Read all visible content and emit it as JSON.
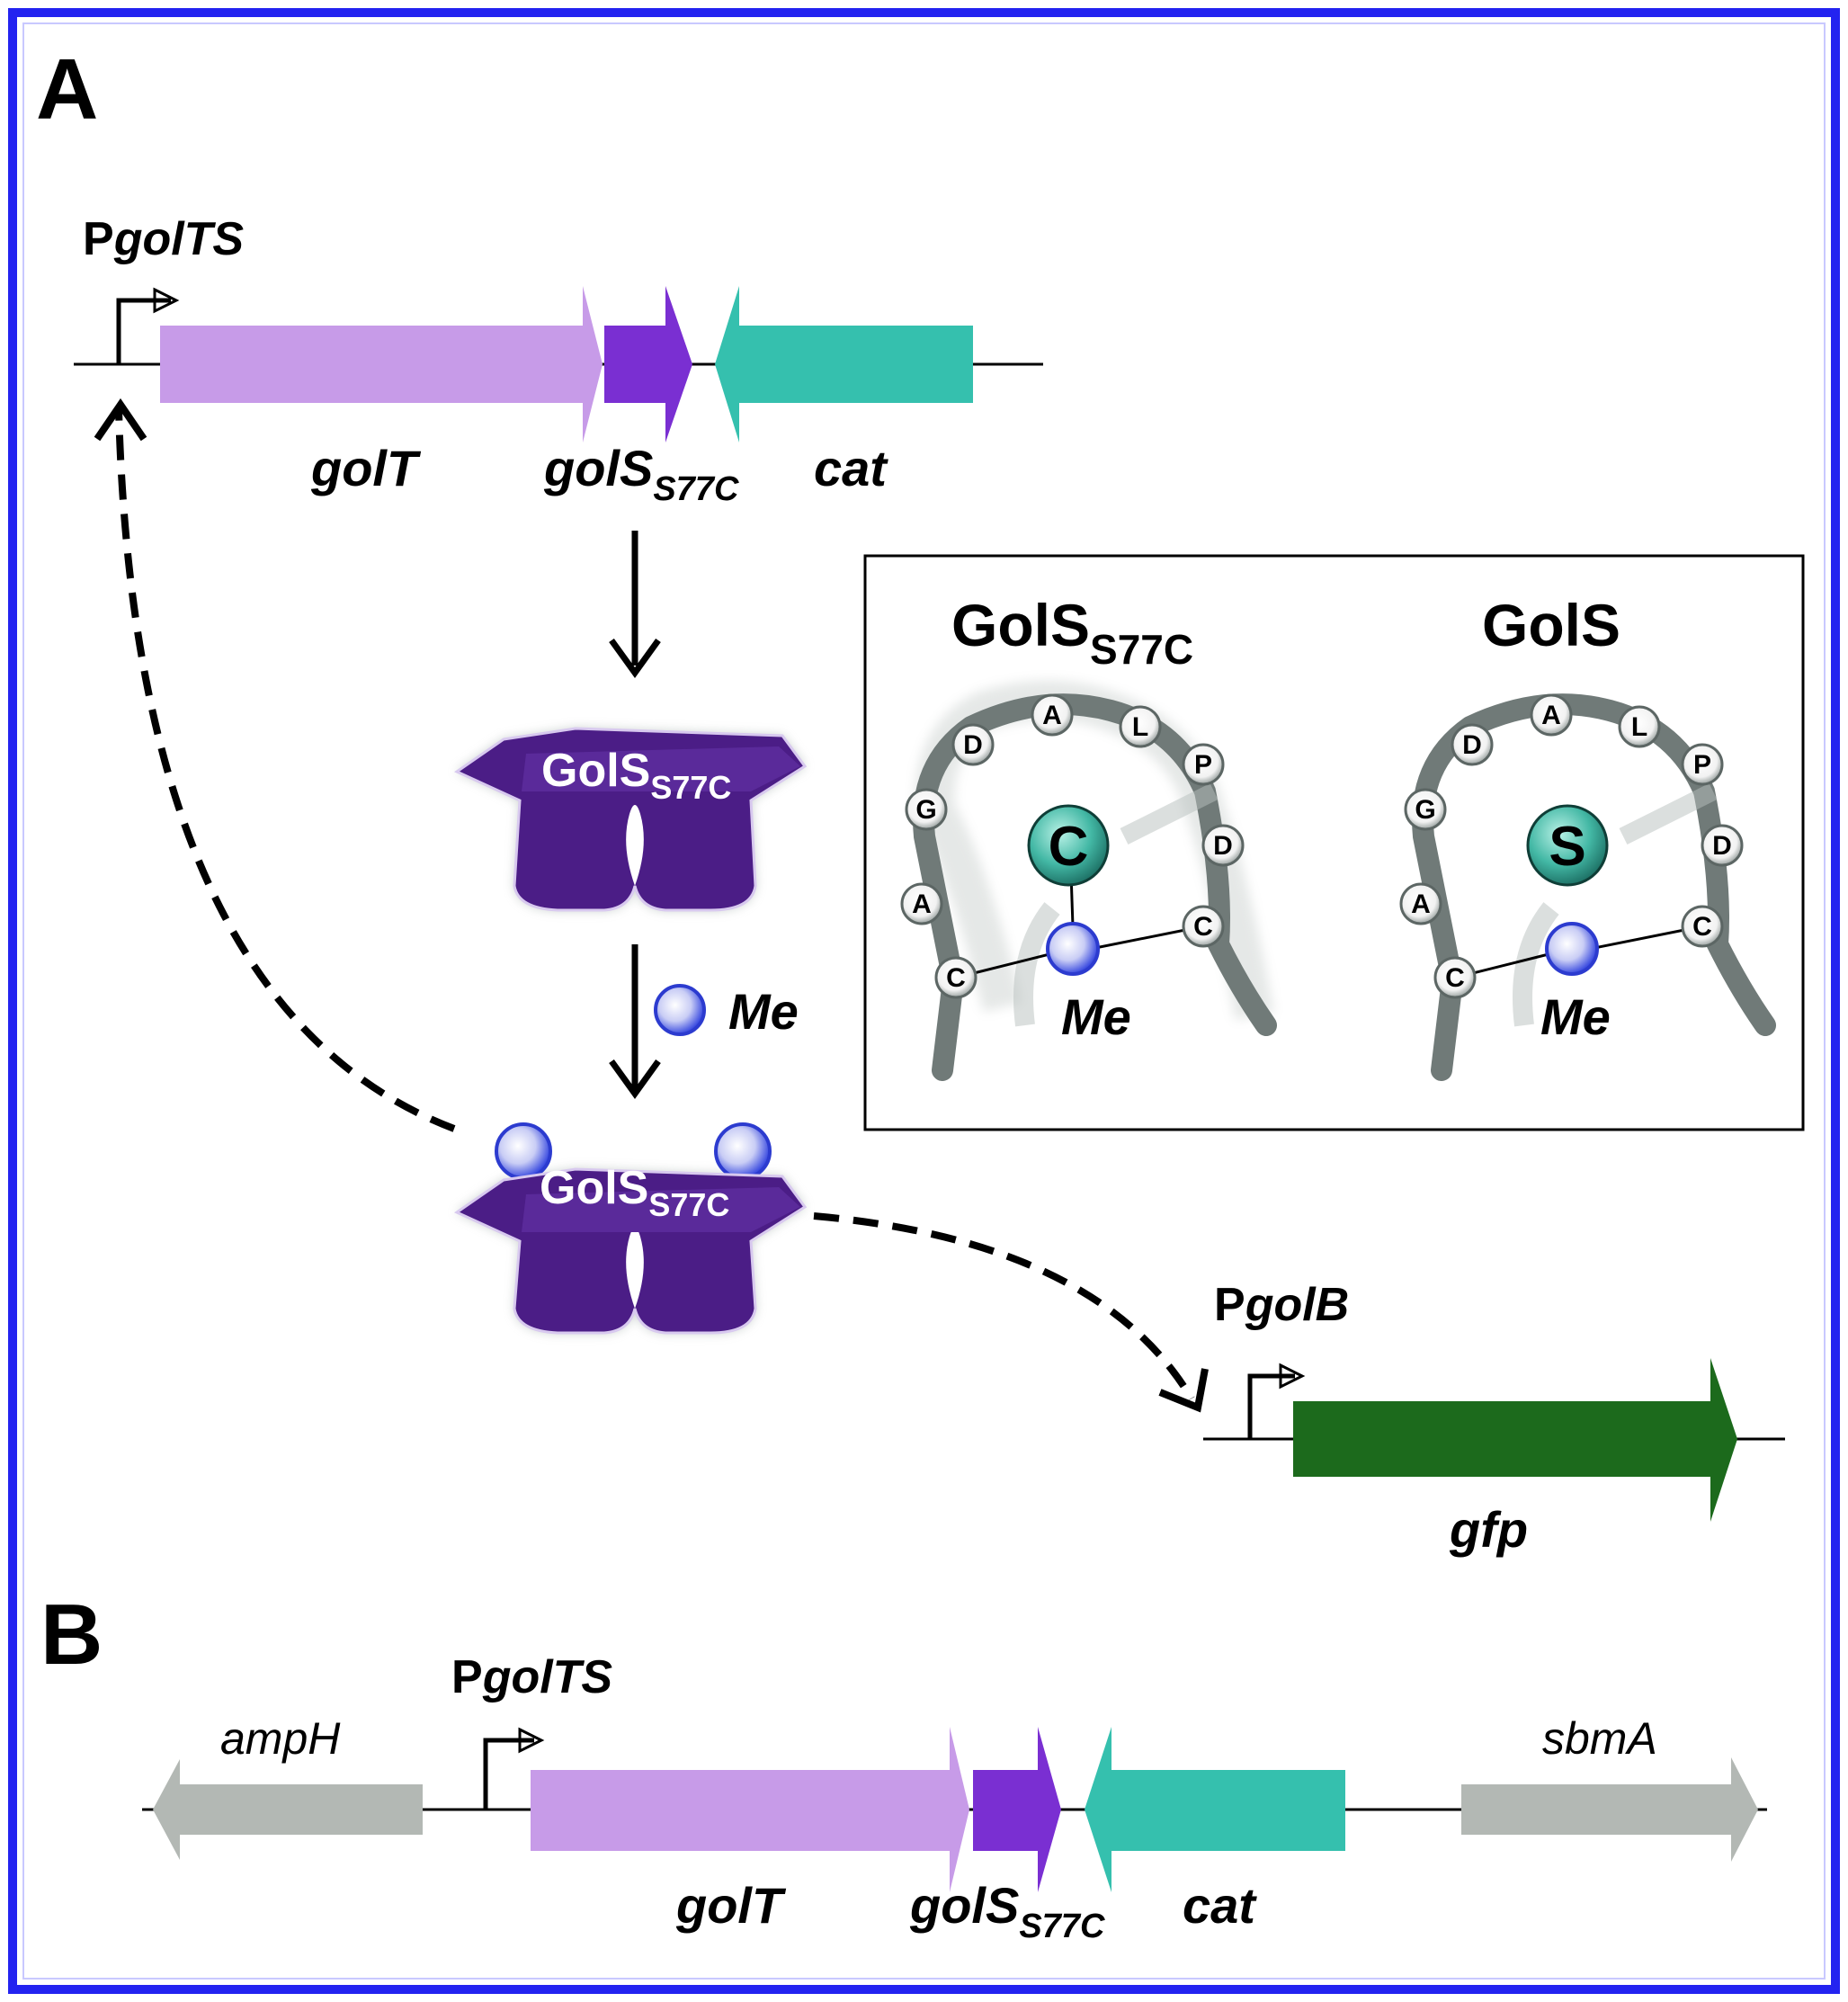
{
  "colors": {
    "border": "#2323f0",
    "golT": "#c79be8",
    "golS": "#7a2fd2",
    "cat": "#35c0ae",
    "gfp": "#1c6a1c",
    "flank": "#b3b8b4",
    "protein": "#4b1d86",
    "helix": "#707a78",
    "metal": "#3a4be0",
    "residue_center": "#3aa898"
  },
  "panel_a": {
    "letter": "A",
    "promoter_top": "PgolTS",
    "gene_golT": "golT",
    "gene_golS": "golS",
    "gene_golS_sub": "S77C",
    "gene_cat": "cat",
    "protein_label": "GolS",
    "protein_sub": "S77C",
    "metal_label": "Me",
    "promoter_gfp": "PgolB",
    "gene_gfp": "gfp"
  },
  "inset": {
    "left_title": "GolS",
    "left_title_sub": "S77C",
    "right_title": "GolS",
    "left_center": "C",
    "right_center": "S",
    "metal_label": "Me",
    "residues": [
      "C",
      "A",
      "G",
      "D",
      "A",
      "L",
      "P",
      "D",
      "C"
    ]
  },
  "panel_b": {
    "letter": "B",
    "promoter": "PgolTS",
    "gene_ampH": "ampH",
    "gene_golT": "golT",
    "gene_golS": "golS",
    "gene_golS_sub": "S77C",
    "gene_cat": "cat",
    "gene_sbmA": "sbmA"
  }
}
